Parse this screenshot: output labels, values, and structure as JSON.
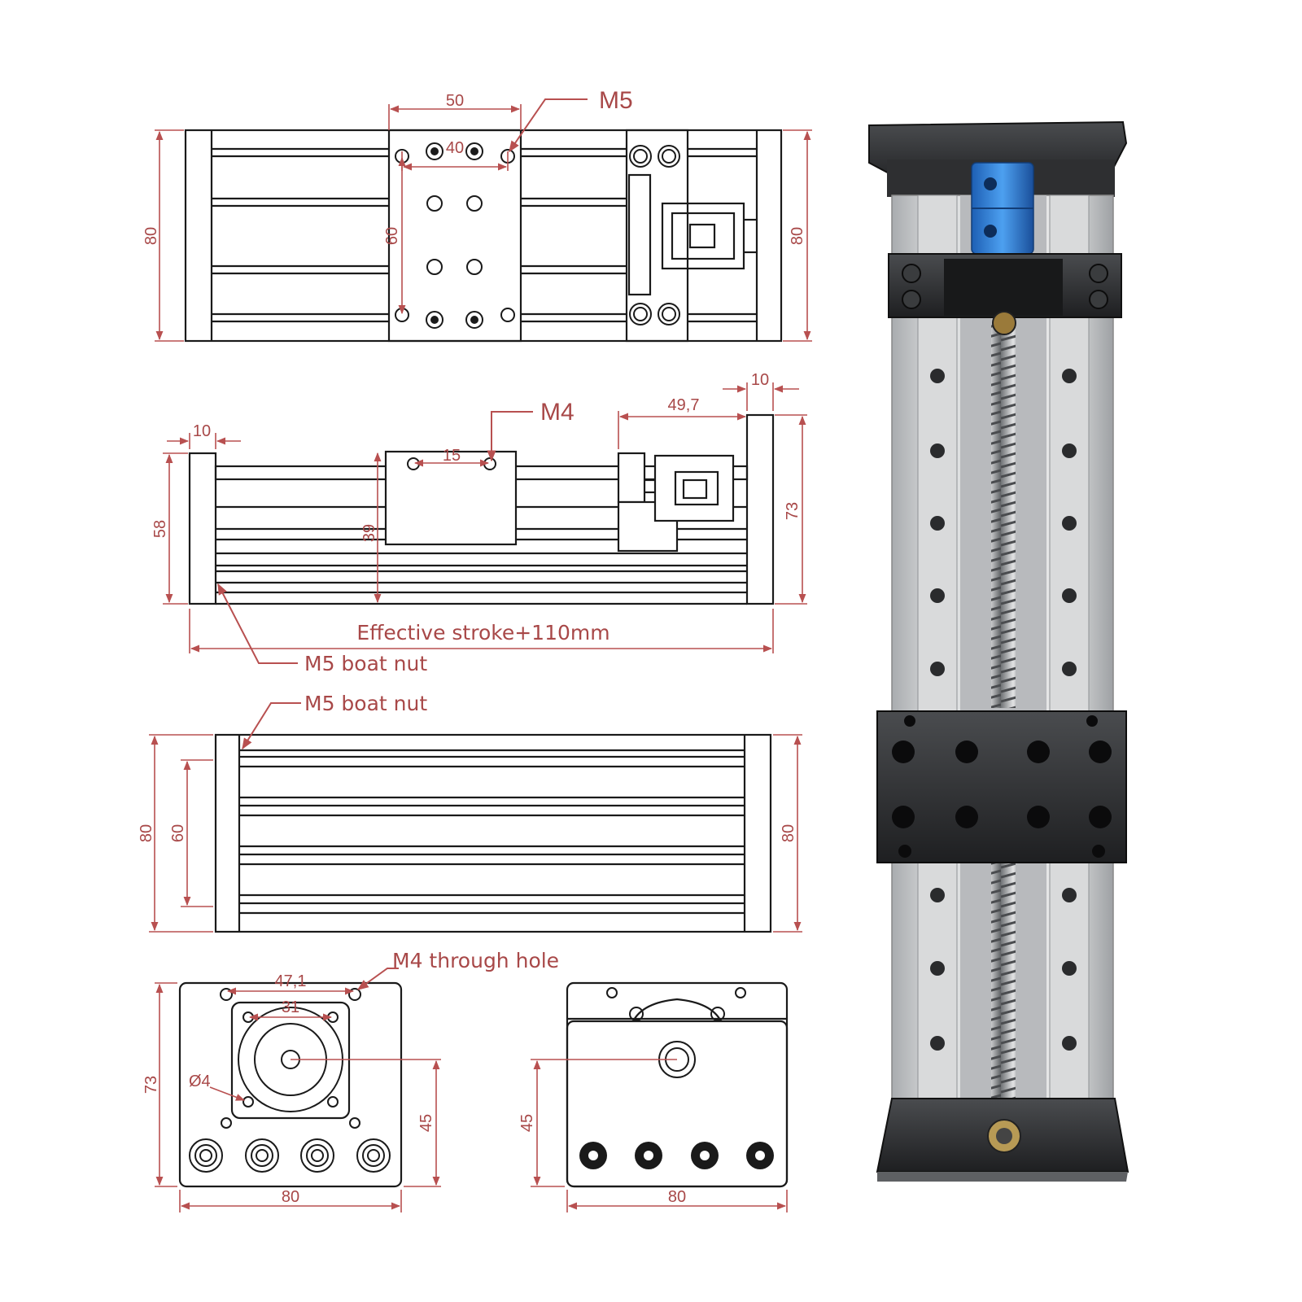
{
  "colors": {
    "line": "#1a1a1a",
    "dimension": "#b85050",
    "metal": "#c9cbcd",
    "plate": "#2a2b2d",
    "coupler": "#2f7fd8"
  },
  "top_view": {
    "width_50": "50",
    "pitch_40": "40",
    "pitch_60": "60",
    "height_left": "80",
    "height_right": "80",
    "thread_label": "M5"
  },
  "side_view": {
    "thread_label": "M4",
    "pitch_15": "15",
    "end_10_left": "10",
    "end_10_right": "10",
    "dim_49_7": "49,7",
    "height_58": "58",
    "height_73": "73",
    "height_39": "39",
    "stroke_label": "Effective stroke+110mm",
    "boat_nut_label": "M5 boat nut"
  },
  "bottom_view": {
    "boat_nut_label": "M5 boat nut",
    "height_80_left": "80",
    "height_60": "60",
    "height_80_right": "80"
  },
  "end_view_left": {
    "hole_label": "M4 through hole",
    "pitch_47_1": "47,1",
    "pitch_31": "31",
    "dia_label": "Ø4",
    "height_73": "73",
    "height_45": "45",
    "width_80": "80"
  },
  "end_view_right": {
    "height_45": "45",
    "width_80": "80"
  },
  "photo": {
    "subject": "linear-slide-module-photo"
  }
}
